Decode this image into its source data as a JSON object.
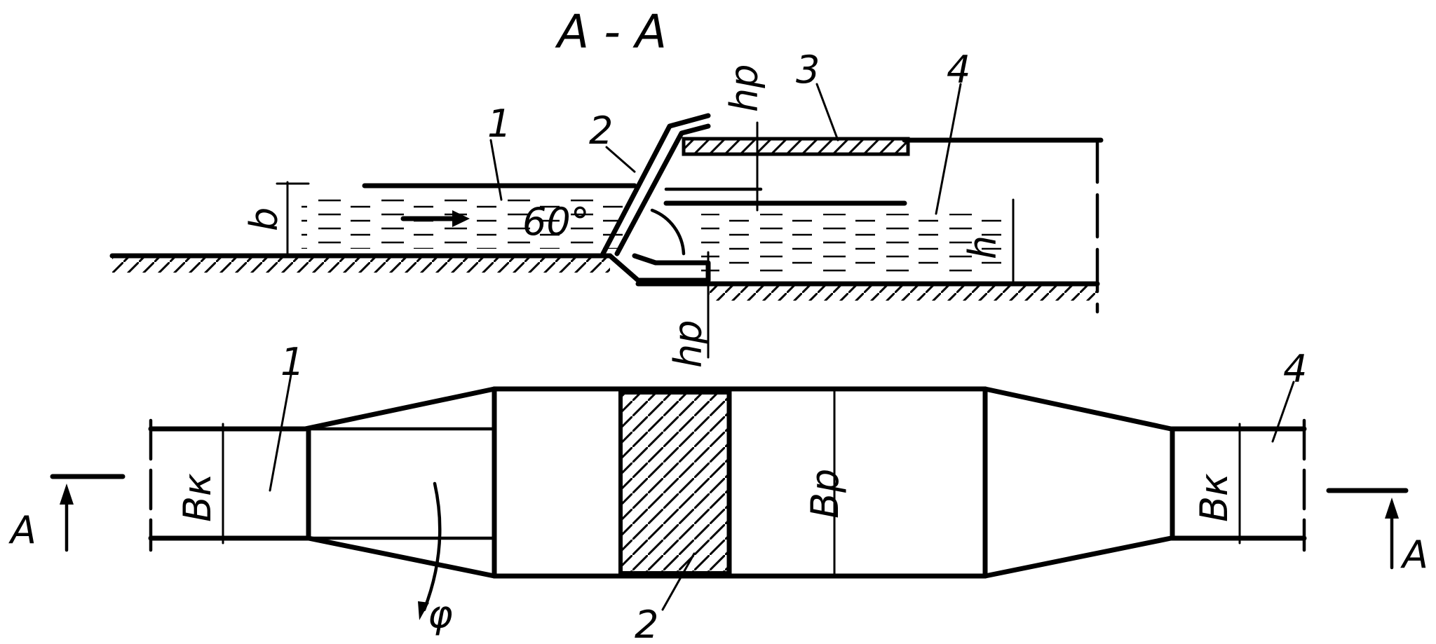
{
  "section_title": "A - A",
  "section": {
    "labels": {
      "channel": "1",
      "screen": "2",
      "deck": "3",
      "outlet": "4"
    },
    "angle": "60°",
    "dims": {
      "b": "b",
      "hp_top": "hp",
      "hp_bottom": "hp",
      "h": "h"
    }
  },
  "plan": {
    "labels": {
      "channel": "1",
      "screen": "2",
      "outlet": "4"
    },
    "dims": {
      "bk_left": "Bк",
      "bp": "Bр",
      "bk_right": "Bк",
      "phi": "φ"
    },
    "cut_left": "A",
    "cut_right": "A"
  }
}
